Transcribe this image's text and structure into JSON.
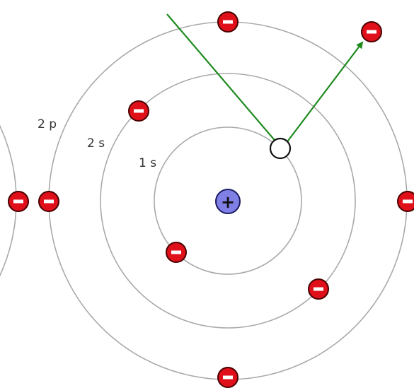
{
  "colors": {
    "electron": "#e0101a",
    "nucleus": "#7f7fe6",
    "arrow": "#1e8a1e",
    "orbit": "#a9a9a9",
    "vacancy": "#ffffff"
  },
  "labels": {
    "shell_1s": "1 s",
    "shell_2s": "2 s",
    "shell_2p": "2 p"
  },
  "icons": {
    "nucleus": "plus-sign",
    "electron": "minus-sign"
  },
  "nucleus_symbol": "+"
}
